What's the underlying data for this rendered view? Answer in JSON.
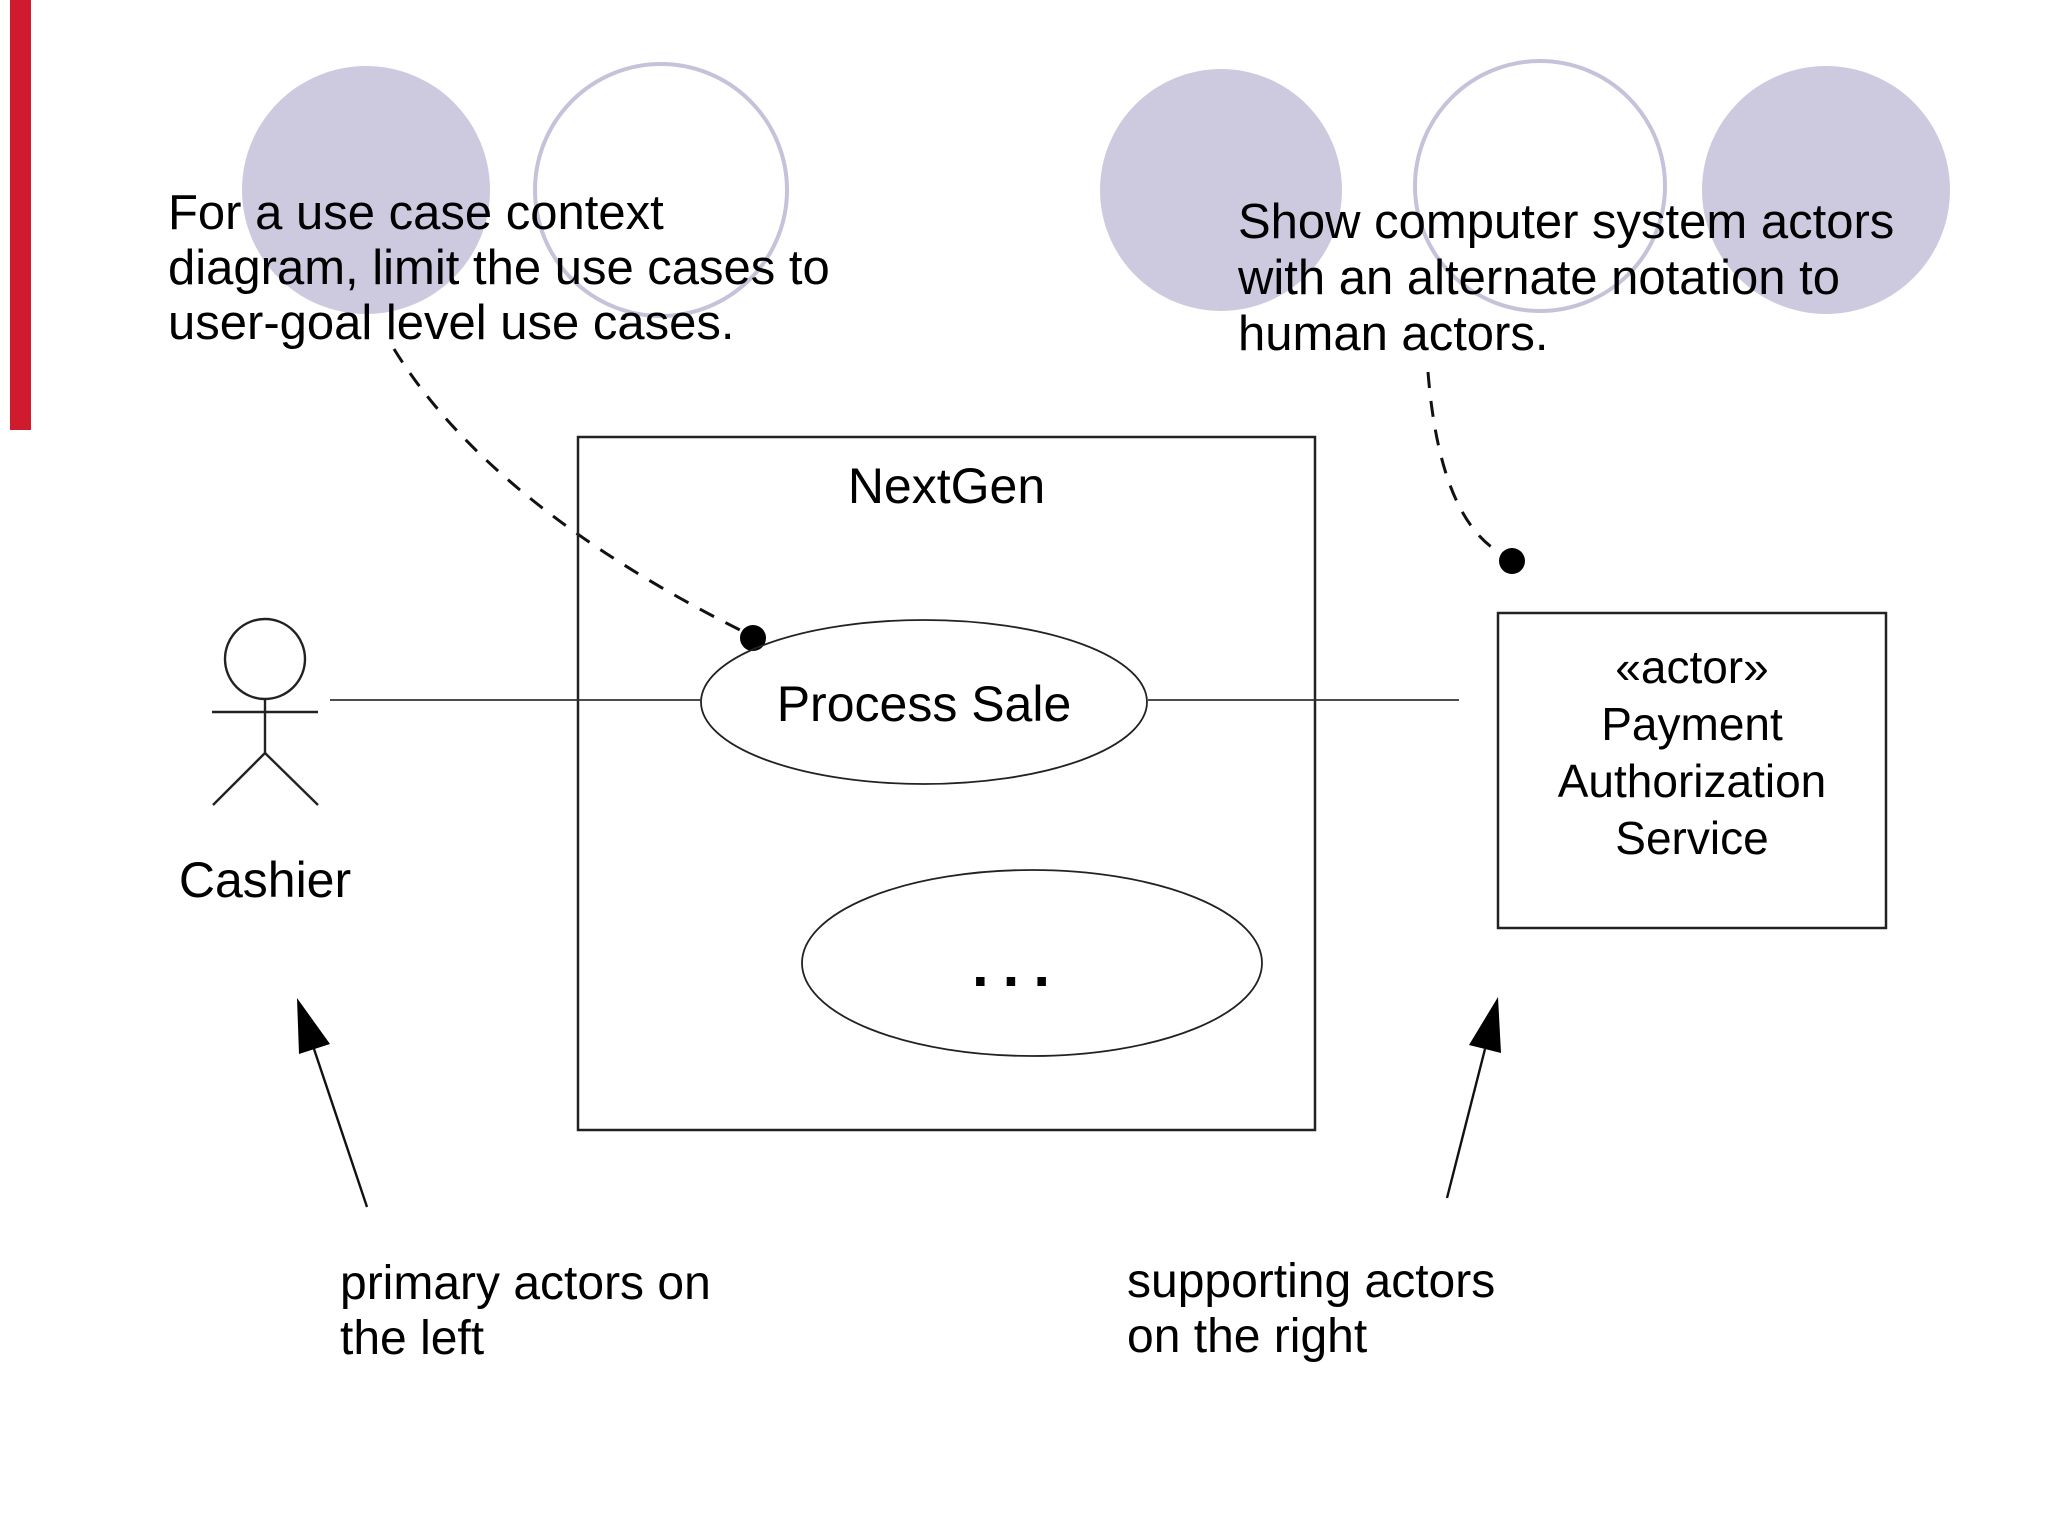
{
  "slide": {
    "background": "#ffffff",
    "accent_bar_color": "#d01b2e",
    "decor_circle_fill": "#cdcae0",
    "decor_circle_outline": "#c5c2da"
  },
  "annotations": {
    "left_note": {
      "lines": {
        "0": "For a use case context",
        "1": "diagram, limit the use cases to",
        "2": "user-goal level use cases."
      }
    },
    "right_note": {
      "lines": {
        "0": "Show computer system actors",
        "1": "with an alternate notation to",
        "2": "human actors."
      }
    },
    "left_arrow_label": {
      "lines": {
        "0": "primary actors on",
        "1": "the left"
      }
    },
    "right_arrow_label": {
      "lines": {
        "0": "supporting actors",
        "1": "on the right"
      }
    }
  },
  "diagram": {
    "system_box": {
      "title": "NextGen"
    },
    "use_cases": {
      "process_sale": {
        "label": "Process Sale"
      },
      "other": {
        "label": "..."
      }
    },
    "actors": {
      "human": {
        "name": "Cashier"
      },
      "system": {
        "stereotype": "«actor»",
        "name_lines": {
          "0": "Payment",
          "1": "Authorization",
          "2": "Service"
        }
      }
    }
  }
}
